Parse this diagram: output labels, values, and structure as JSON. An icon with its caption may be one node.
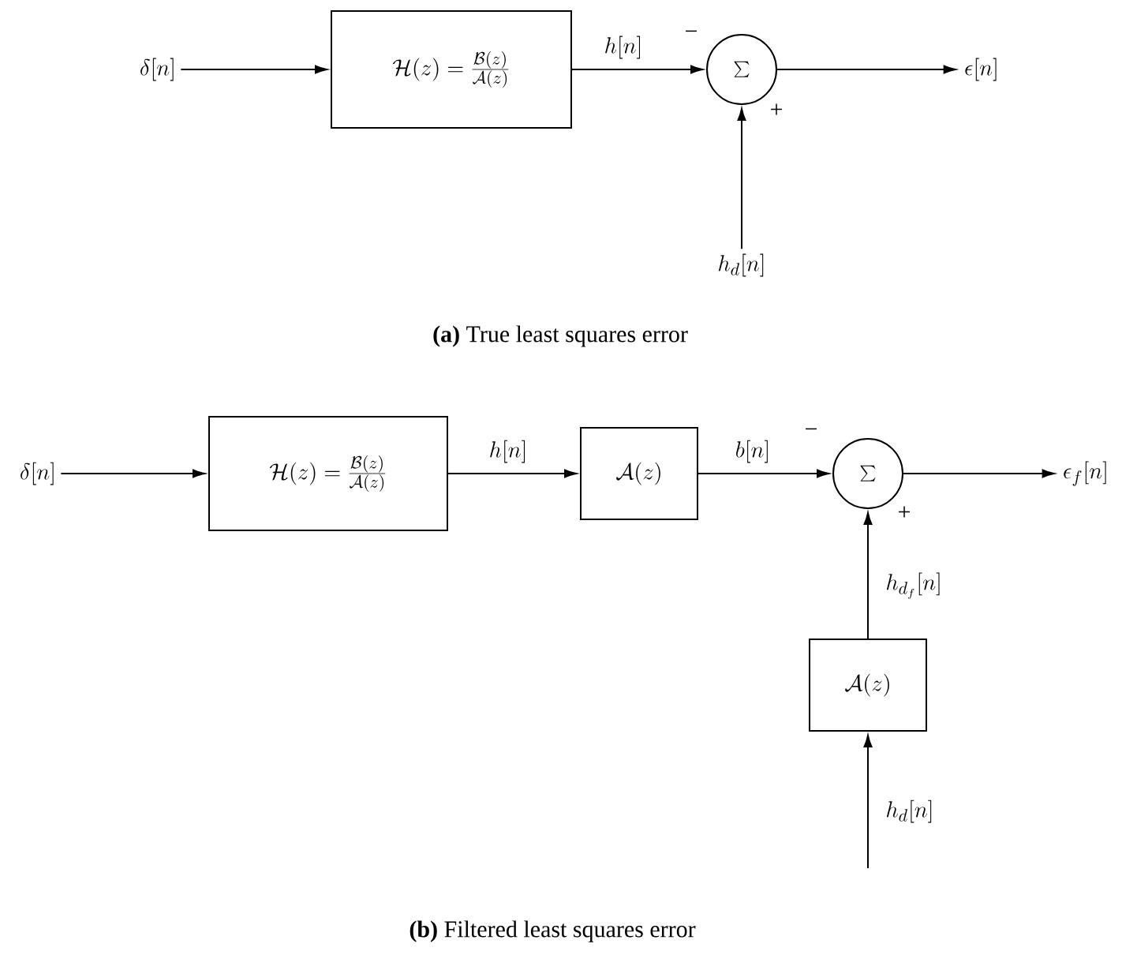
{
  "diagram": {
    "nodes": [
      {
        "text": [
          "\\delta[n]"
        ]
      },
      {
        "text": [
          "\\mathcal{H}(z) = \\frac{\\mathcal{B}(z)}{\\mathcal{A}(z)}"
        ]
      },
      {
        "text": [
          "\\sum"
        ]
      },
      {
        "text": [
          "\\epsilon[n]"
        ]
      },
      {
        "text": [
          "h_d[n]"
        ]
      },
      {
        "text": [
          "\\delta[n]"
        ]
      },
      {
        "text": [
          "\\mathcal{H}(z) = \\frac{\\mathcal{B}(z)}{\\mathcal{A}(z)}"
        ]
      },
      {
        "text": [
          "\\mathcal{A}(z)"
        ]
      },
      {
        "text": [
          "\\sum"
        ]
      },
      {
        "text": [
          "\\epsilon_f[n]"
        ]
      },
      {
        "text": [
          "\\mathcal{A}(z)"
        ]
      }
    ],
    "edges": [
      {
        "from": 0,
        "to": 1,
        "arrow": "to"
      },
      {
        "from": 1,
        "to": 2,
        "arrow": "to",
        "label": "h[n]"
      },
      {
        "from": 2,
        "to": 3,
        "arrow": "to"
      },
      {
        "from": 4,
        "to": 2,
        "arrow": "to"
      },
      {
        "from": 5,
        "to": 6,
        "arrow": "to"
      },
      {
        "from": 6,
        "to": 7,
        "arrow": "to",
        "label": "h[n]"
      },
      {
        "from": 7,
        "to": 8,
        "arrow": "to",
        "label": "b[n]"
      },
      {
        "from": 8,
        "to": 9,
        "arrow": "to"
      },
      {
        "from": 10,
        "to": 8,
        "arrow": "to",
        "label": "h_{d_f}[n]"
      },
      {
        "from": null,
        "to": 10,
        "arrow": "to",
        "label": "h_d[n]"
      }
    ],
    "labels": [
      "−",
      "+",
      "**(a)**   True least squares error",
      "−",
      "+",
      "**(b)**   Filtered least squares error"
    ]
  }
}
